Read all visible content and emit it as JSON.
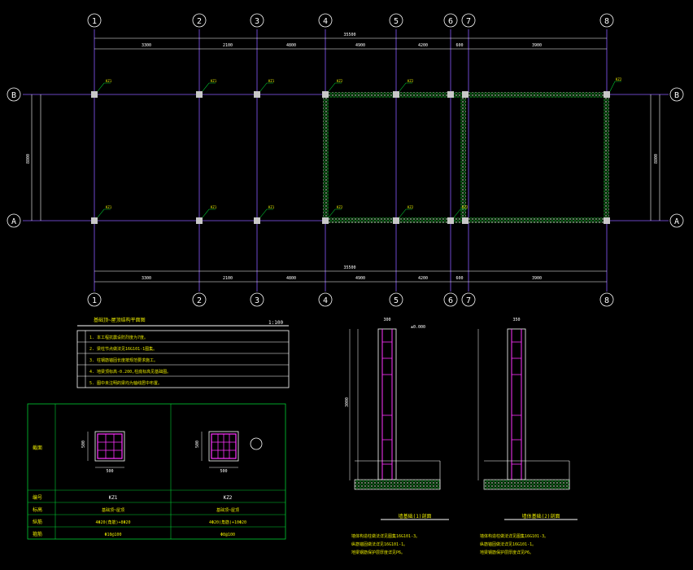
{
  "grid": {
    "x_labels": [
      "1",
      "2",
      "3",
      "4",
      "5",
      "6",
      "7",
      "8"
    ],
    "y_labels": [
      "B",
      "A"
    ],
    "top_spans": [
      "3300",
      "2100",
      "4800",
      "4900",
      "4200",
      "600",
      "3900"
    ],
    "bottom_spans": [
      "3300",
      "2100",
      "4800",
      "4900",
      "4200",
      "600",
      "3900"
    ],
    "total_span": "35500",
    "side_dim": "8800"
  },
  "column_tags": [
    "KZ1",
    "KZ2"
  ],
  "notes_table": {
    "title": "基础顶~屋顶结构平面图",
    "scale": "1:100",
    "rows": [
      "1. 本工程抗震设防烈度为7度。",
      "2. 梁柱节点做法见16G101-1图集。",
      "3. 柱钢筋锚固长度按规范要求施工。",
      "4. 地梁顶标高-0.200,柱底标高见基础图。",
      "5. 图中未注明的梁均为轴线居中布置。"
    ]
  },
  "column_table": {
    "labels": [
      "截面",
      "编号",
      "标高",
      "纵筋",
      "箍筋"
    ],
    "kz1": {
      "code": "KZ1",
      "elev": "基础顶~屋顶",
      "main": "4Φ20(角筋)+8Φ20",
      "stirrup": "Φ10@100",
      "dim_w": "500",
      "dim_h": "500"
    },
    "kz2": {
      "code": "KZ2",
      "elev": "基础顶~屋顶",
      "main": "4Φ20(角筋)+10Φ20",
      "stirrup": "Φ8@100",
      "dim_w": "500",
      "dim_h": "500"
    }
  },
  "section1": {
    "title": "墙基础(1)剖面",
    "top_dim": "300",
    "height_dim": "3000",
    "elev": "±0.000",
    "notes": [
      "墙体构造柱做法详见图集16G101-3。",
      "纵筋锚固做法详见16G101-1。",
      "地梁钢筋保护层厚度详见P6。"
    ]
  },
  "section2": {
    "title": "墙体基础(2)剖面",
    "top_dim": "350",
    "notes": [
      "墙体构造柱做法详见图集16G101-3。",
      "纵筋锚固做法详见16G101-1。",
      "地梁钢筋保护层厚度详见P6。"
    ]
  },
  "colors": {
    "background": "#000000",
    "grid_line": "#8a5cff",
    "dimension": "#ffffff",
    "accent_green": "#00cc33",
    "accent_yellow": "#e8e800",
    "accent_magenta": "#ff33ff",
    "accent_red": "#ff3030"
  }
}
